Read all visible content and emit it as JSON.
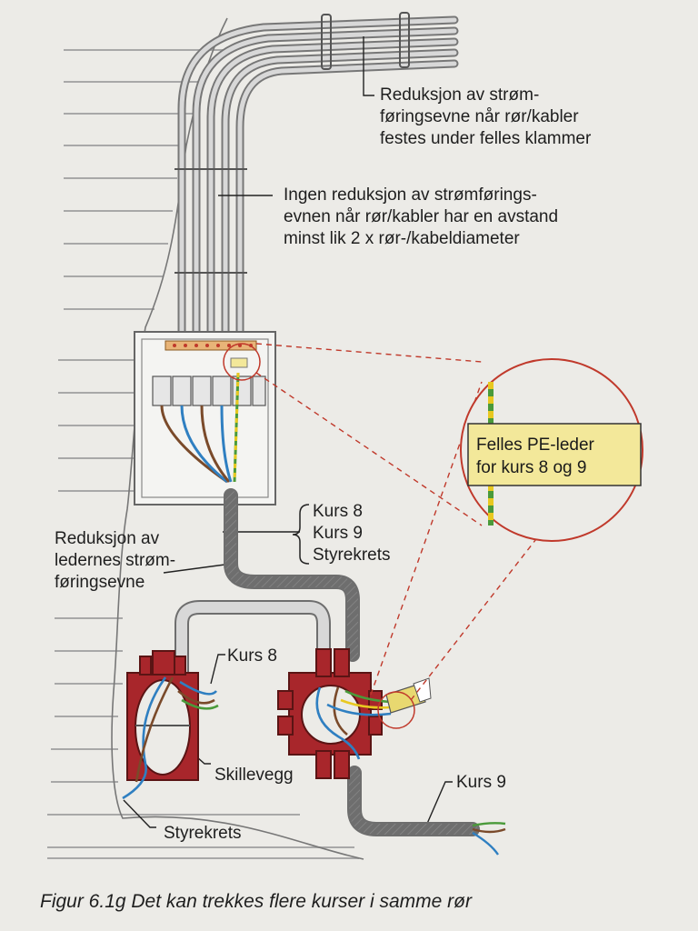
{
  "labels": {
    "reduction_clamps": [
      "Reduksjon av strøm-",
      "føringsevne når rør/kabler",
      "festes under felles klammer"
    ],
    "no_reduction": [
      "Ingen reduksjon av strømførings-",
      "evnen når rør/kabler har en avstand",
      "minst lik 2 x rør-/kabeldiameter"
    ],
    "conductor_reduction": [
      "Reduksjon av",
      "ledernes strøm-",
      "føringsevne"
    ],
    "circuits_group": [
      "Kurs 8",
      "Kurs 9",
      "Styrekrets"
    ],
    "pe_callout": [
      "Felles PE-leder",
      "for kurs 8 og 9"
    ],
    "kurs8": "Kurs 8",
    "kurs9": "Kurs 9",
    "skillevegg": "Skillevegg",
    "styrekrets": "Styrekrets"
  },
  "caption": "Figur 6.1g Det kan trekkes flere kurser i samme rør",
  "colors": {
    "page": "#ecebe7",
    "wall_line": "#9a9a9a",
    "conduit": "#7a7a7a",
    "box_red": "#a8262b",
    "callout_fill": "#f3e89a",
    "dashed_red": "#c0392b",
    "wire_blue": "#2f7fc1",
    "wire_brown": "#7a4a2a",
    "wire_green": "#4a9a3a",
    "wire_yellow": "#e8c820"
  }
}
